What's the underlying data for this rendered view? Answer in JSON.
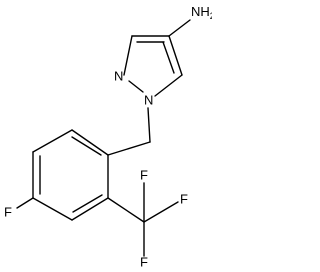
{
  "structure": {
    "atoms": {
      "amine": "NH",
      "amine_subscript": "2",
      "ring_n2": "N",
      "ring_n1": "N",
      "fluoro_ring": "F",
      "cf3_f_top": "F",
      "cf3_f_right": "F",
      "cf3_f_bottom": "F"
    },
    "colors": {
      "line": "#000000",
      "background": "#ffffff"
    }
  }
}
